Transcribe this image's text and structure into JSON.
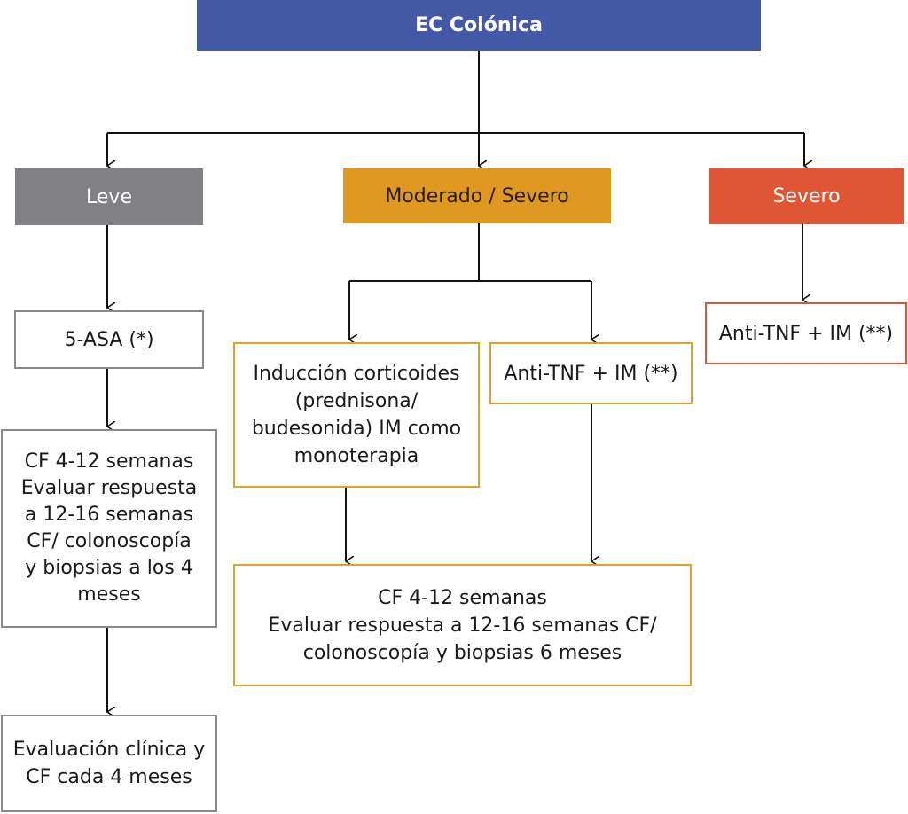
{
  "colors": {
    "root": "#4459a5",
    "leve": "#818082",
    "moderado_severo": "#df9820",
    "severo": "#df5634"
  },
  "root": {
    "label": "EC Colónica"
  },
  "categories": {
    "leve": "Leve",
    "moderado_severo": "Moderado / Severo",
    "severo": "Severo"
  },
  "leve_branch": {
    "step1": "5-ASA (*)",
    "step2": "CF 4-12 semanas\nEvaluar respuesta\na 12-16 semanas\nCF/ colonoscopía\ny biopsias a los 4\nmeses",
    "step3": "Evaluación clínica y\nCF cada 4 meses"
  },
  "moderado_branch": {
    "option_a": "Inducción corticoides\n(prednisona/\nbudesonida) IM como\nmonoterapia",
    "option_b": "Anti-TNF + IM (**)",
    "followup": "CF 4-12 semanas\nEvaluar respuesta a 12-16 semanas CF/\ncolonoscopía y biopsias 6 meses"
  },
  "severo_branch": {
    "step1": "Anti-TNF + IM (**)"
  }
}
